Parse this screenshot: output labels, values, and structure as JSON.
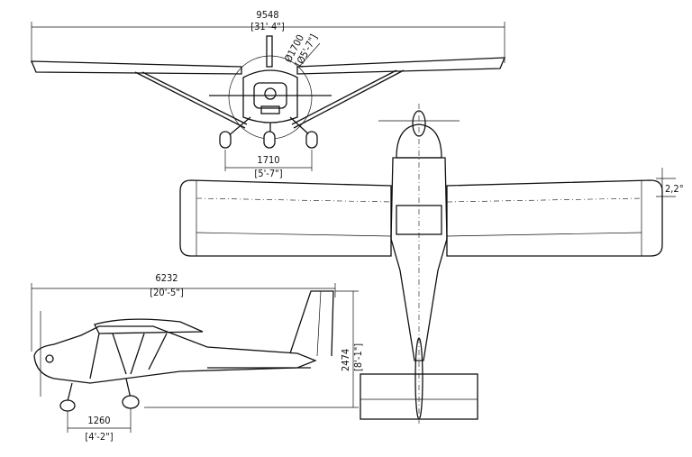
{
  "front_view": {
    "wingspan_mm": "9548",
    "wingspan_ft": "[31'-4\"]",
    "prop_diameter_mm": "Ø1700",
    "prop_diameter_ft": "[Ø5'-7\"]",
    "track_mm": "1710",
    "track_ft": "[5'-7\"]"
  },
  "top_view": {
    "dihedral": "2,2°"
  },
  "side_view": {
    "length_mm": "6232",
    "length_ft": "[20'-5\"]",
    "height_mm": "2474",
    "height_ft": "[8'-1\"]",
    "wheelbase_mm": "1260",
    "wheelbase_ft": "[4'-2\"]"
  }
}
